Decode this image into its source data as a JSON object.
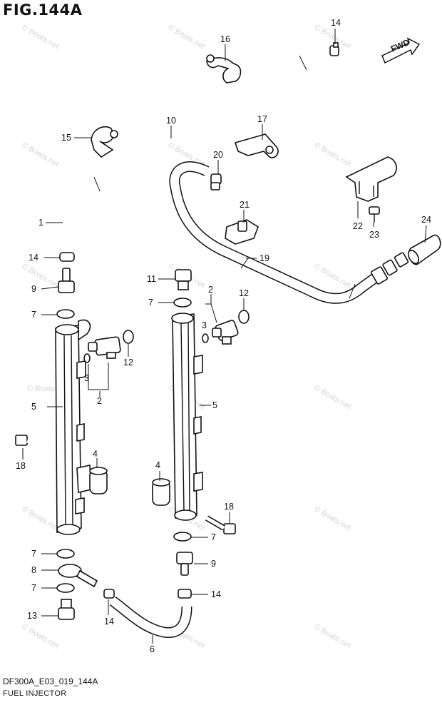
{
  "header": {
    "fig_title": "FIG.144A"
  },
  "footer": {
    "diagram_code": "DF300A_E03_019_144A",
    "diagram_name": "FUEL INJECTOR"
  },
  "badge": {
    "fwd_label": "FWD"
  },
  "watermark": {
    "text": "© Boats.net"
  },
  "callouts": {
    "c14a": "14",
    "c16": "16",
    "c10": "10",
    "c15": "15",
    "c17": "17",
    "c20": "20",
    "c1": "1",
    "c21": "21",
    "c22": "22",
    "c23": "23",
    "c24": "24",
    "c19": "19",
    "c14b": "14",
    "c9a": "9",
    "c11": "11",
    "c7a": "7",
    "c7b": "7",
    "c2a": "2",
    "c12a": "12",
    "c3a": "3",
    "c3b": "3",
    "c12b": "12",
    "c2b": "2",
    "c5a": "5",
    "c5b": "5",
    "c18a": "18",
    "c4a": "4",
    "c4b": "4",
    "c18b": "18",
    "c7c": "7",
    "c7d": "7",
    "c9b": "9",
    "c8": "8",
    "c7e": "7",
    "c14c": "14",
    "c13": "13",
    "c14d": "14",
    "c6": "6"
  }
}
